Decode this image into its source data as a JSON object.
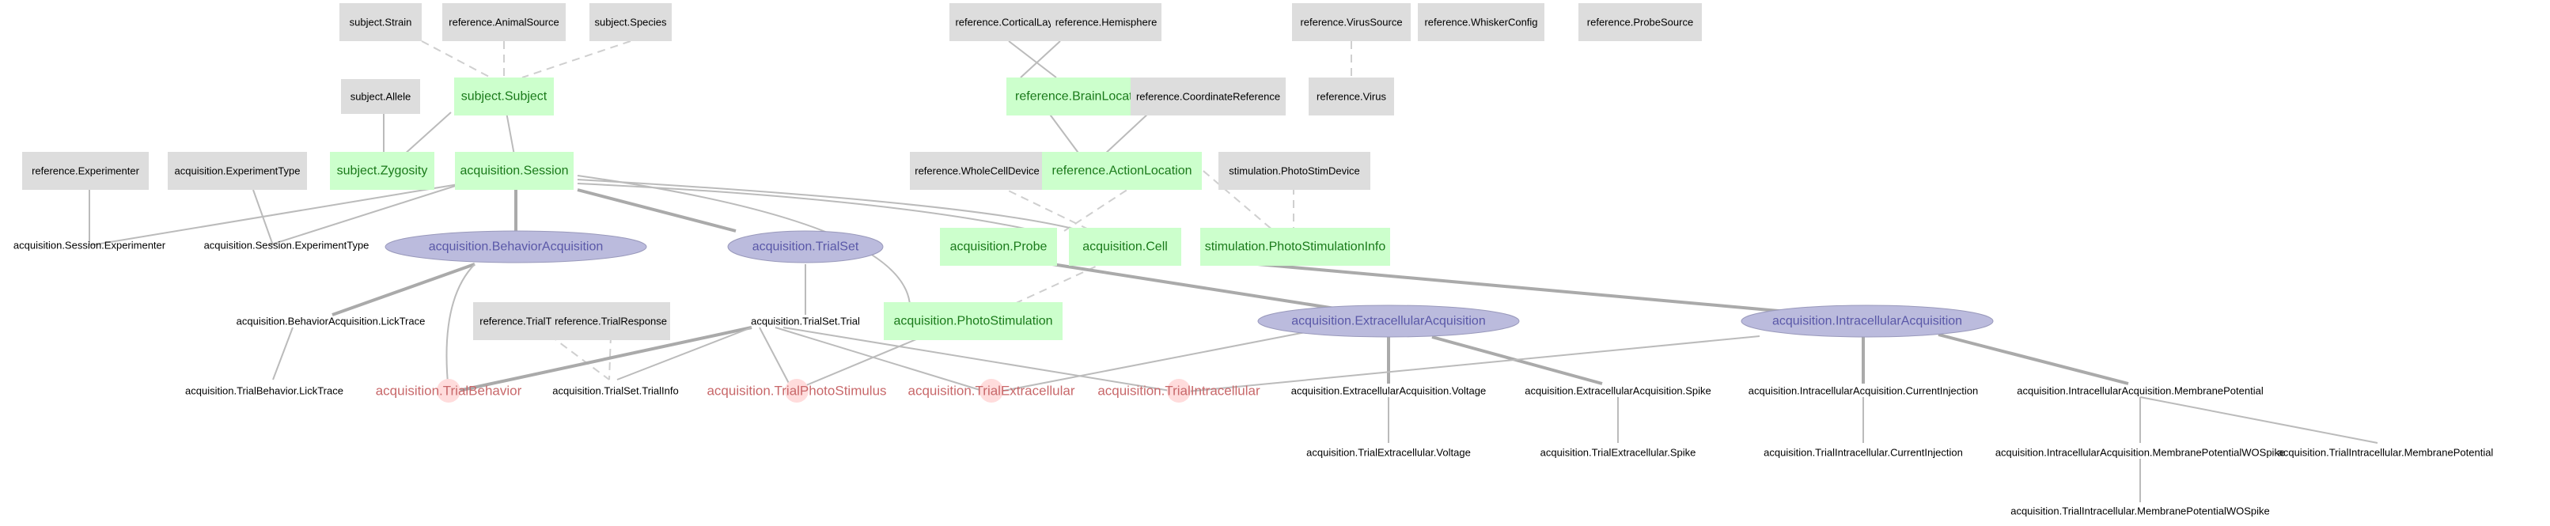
{
  "colors": {
    "lookup_fill": "#dddddd",
    "manual_fill": "#ccffcc",
    "computed_fill": "#bbbbdd",
    "computed_stroke": "#9999bb",
    "imported_circle": "#ffdcdc",
    "imported_text": "#c8686a",
    "edge": "#bbbbbb"
  },
  "nodes": [
    {
      "id": "strain",
      "text": "subject.Strain",
      "kind": "lookup"
    },
    {
      "id": "animalsource",
      "text": "reference.AnimalSource",
      "kind": "lookup"
    },
    {
      "id": "species",
      "text": "subject.Species",
      "kind": "lookup"
    },
    {
      "id": "allele",
      "text": "subject.Allele",
      "kind": "lookup"
    },
    {
      "id": "subject",
      "text": "subject.Subject",
      "kind": "manual"
    },
    {
      "id": "zygosity",
      "text": "subject.Zygosity",
      "kind": "manual"
    },
    {
      "id": "session",
      "text": "acquisition.Session",
      "kind": "manual"
    },
    {
      "id": "experimenter",
      "text": "reference.Experimenter",
      "kind": "lookup"
    },
    {
      "id": "exptype",
      "text": "acquisition.ExperimentType",
      "kind": "lookup"
    },
    {
      "id": "sess_exp",
      "text": "acquisition.Session.Experimenter",
      "kind": "part"
    },
    {
      "id": "sess_exptype",
      "text": "acquisition.Session.ExperimentType",
      "kind": "part"
    },
    {
      "id": "behacq",
      "text": "acquisition.BehaviorAcquisition",
      "kind": "computed"
    },
    {
      "id": "trialset",
      "text": "acquisition.TrialSet",
      "kind": "computed"
    },
    {
      "id": "licktrace",
      "text": "acquisition.BehaviorAcquisition.LickTrace",
      "kind": "part"
    },
    {
      "id": "trb_lick",
      "text": "acquisition.TrialBehavior.LickTrace",
      "kind": "part"
    },
    {
      "id": "trialbehavior",
      "text": "acquisition.TrialBehavior",
      "kind": "imported"
    },
    {
      "id": "trialtype",
      "text": "reference.TrialType",
      "kind": "lookup"
    },
    {
      "id": "trialresponse",
      "text": "reference.TrialResponse",
      "kind": "lookup"
    },
    {
      "id": "trial",
      "text": "acquisition.TrialSet.Trial",
      "kind": "part"
    },
    {
      "id": "trialinfo",
      "text": "acquisition.TrialSet.TrialInfo",
      "kind": "part"
    },
    {
      "id": "trialphotostim",
      "text": "acquisition.TrialPhotoStimulus",
      "kind": "imported"
    },
    {
      "id": "corticallayer",
      "text": "reference.CorticalLayer",
      "kind": "lookup"
    },
    {
      "id": "hemisphere",
      "text": "reference.Hemisphere",
      "kind": "lookup"
    },
    {
      "id": "brainloc",
      "text": "reference.BrainLocation",
      "kind": "manual"
    },
    {
      "id": "coordref",
      "text": "reference.CoordinateReference",
      "kind": "lookup"
    },
    {
      "id": "wholecell",
      "text": "reference.WholeCellDevice",
      "kind": "lookup"
    },
    {
      "id": "actionloc",
      "text": "reference.ActionLocation",
      "kind": "manual"
    },
    {
      "id": "photostimdev",
      "text": "stimulation.PhotoStimDevice",
      "kind": "lookup"
    },
    {
      "id": "probe",
      "text": "acquisition.Probe",
      "kind": "manual"
    },
    {
      "id": "cell",
      "text": "acquisition.Cell",
      "kind": "manual"
    },
    {
      "id": "psinfo",
      "text": "stimulation.PhotoStimulationInfo",
      "kind": "manual"
    },
    {
      "id": "photostim",
      "text": "acquisition.PhotoStimulation",
      "kind": "manual"
    },
    {
      "id": "virussource",
      "text": "reference.VirusSource",
      "kind": "lookup"
    },
    {
      "id": "virus",
      "text": "reference.Virus",
      "kind": "lookup"
    },
    {
      "id": "whisker",
      "text": "reference.WhiskerConfig",
      "kind": "lookup"
    },
    {
      "id": "probesource",
      "text": "reference.ProbeSource",
      "kind": "lookup"
    },
    {
      "id": "extacq",
      "text": "acquisition.ExtracellularAcquisition",
      "kind": "computed"
    },
    {
      "id": "intacq",
      "text": "acquisition.IntracellularAcquisition",
      "kind": "computed"
    },
    {
      "id": "trialext",
      "text": "acquisition.TrialExtracellular",
      "kind": "imported"
    },
    {
      "id": "trialint",
      "text": "acquisition.TrialIntracellular",
      "kind": "imported"
    },
    {
      "id": "ext_voltage",
      "text": "acquisition.ExtracellularAcquisition.Voltage",
      "kind": "part"
    },
    {
      "id": "ext_spike",
      "text": "acquisition.ExtracellularAcquisition.Spike",
      "kind": "part"
    },
    {
      "id": "int_curr",
      "text": "acquisition.IntracellularAcquisition.CurrentInjection",
      "kind": "part"
    },
    {
      "id": "int_mp",
      "text": "acquisition.IntracellularAcquisition.MembranePotential",
      "kind": "part"
    },
    {
      "id": "trext_voltage",
      "text": "acquisition.TrialExtracellular.Voltage",
      "kind": "part"
    },
    {
      "id": "trext_spike",
      "text": "acquisition.TrialExtracellular.Spike",
      "kind": "part"
    },
    {
      "id": "trint_curr",
      "text": "acquisition.TrialIntracellular.CurrentInjection",
      "kind": "part"
    },
    {
      "id": "int_mpwo",
      "text": "acquisition.IntracellularAcquisition.MembranePotentialWOSpike",
      "kind": "part"
    },
    {
      "id": "trint_mp",
      "text": "acquisition.TrialIntracellular.MembranePotential",
      "kind": "part"
    },
    {
      "id": "trint_mpwo",
      "text": "acquisition.TrialIntracellular.MembranePotentialWOSpike",
      "kind": "part"
    }
  ]
}
